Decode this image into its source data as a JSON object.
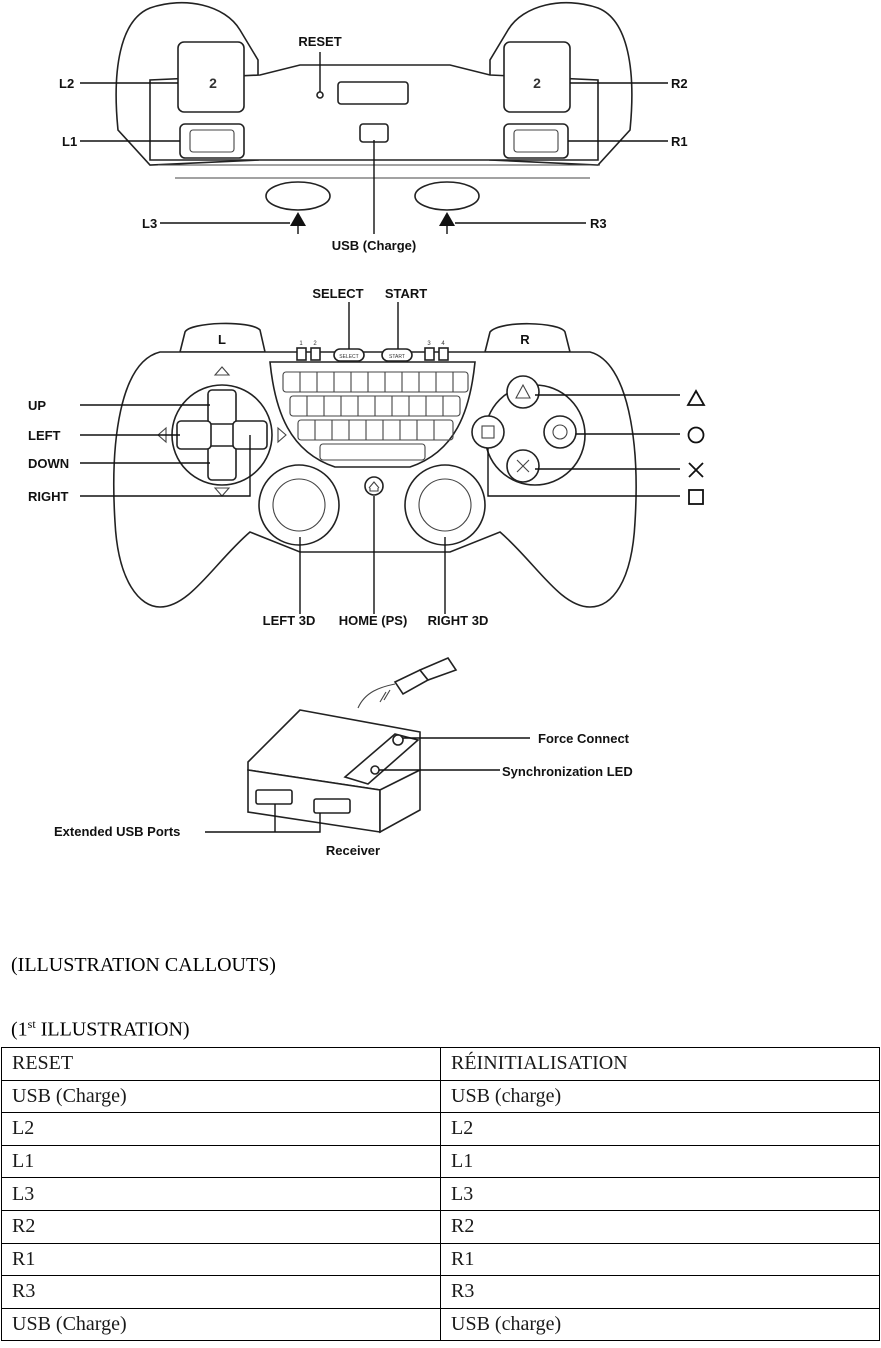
{
  "illustration1": {
    "labels": {
      "reset": "RESET",
      "l2": "L2",
      "l1": "L1",
      "l3": "L3",
      "r2": "R2",
      "r1": "R1",
      "r3": "R3",
      "usb": "USB (Charge)"
    }
  },
  "illustration2": {
    "labels": {
      "select": "SELECT",
      "start": "START",
      "l": "L",
      "r": "R",
      "up": "UP",
      "left": "LEFT",
      "down": "DOWN",
      "right": "RIGHT",
      "left3d": "LEFT 3D",
      "home": "HOME (PS)",
      "right3d": "RIGHT 3D",
      "btn_select": "SELECT",
      "btn_start": "START",
      "led1": "1",
      "led2": "2",
      "led3": "3",
      "led4": "4"
    },
    "symbols": {
      "triangle": "triangle-icon",
      "circle": "circle-icon",
      "cross": "cross-icon",
      "square": "square-icon"
    }
  },
  "illustration3": {
    "labels": {
      "force_connect": "Force Connect",
      "sync_led": "Synchronization LED",
      "usb_ports": "Extended USB Ports",
      "receiver": "Receiver"
    }
  },
  "document": {
    "section_heading": "(ILLUSTRATION CALLOUTS)",
    "subheading_prefix": "(1",
    "subheading_sup": "st",
    "subheading_suffix": " ILLUSTRATION)",
    "table_rows": [
      [
        "RESET",
        "RÉINITIALISATION"
      ],
      [
        "USB (Charge)",
        "USB (charge)"
      ],
      [
        "L2",
        "L2"
      ],
      [
        "L1",
        "L1"
      ],
      [
        "L3",
        "L3"
      ],
      [
        "R2",
        "R2"
      ],
      [
        "R1",
        "R1"
      ],
      [
        "R3",
        "R3"
      ],
      [
        "USB (Charge)",
        "USB (charge)"
      ]
    ]
  }
}
